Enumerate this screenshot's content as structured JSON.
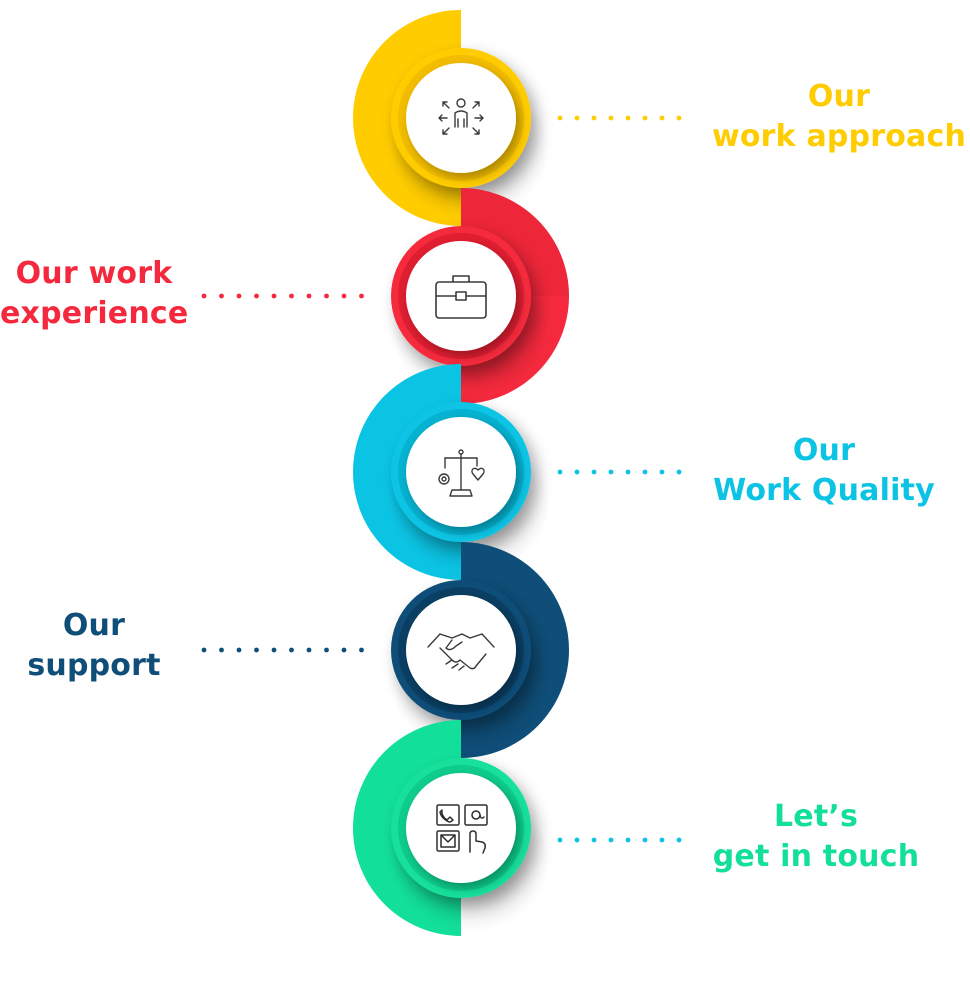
{
  "colors": {
    "yellow": "#FFCC00",
    "red": "#F5293D",
    "cyan": "#0BC4E4",
    "navy": "#0E4E78",
    "green": "#12E09A",
    "dots_cyan": "#0BC4E4"
  },
  "steps": [
    {
      "lines": [
        "Our",
        "work approach"
      ],
      "color": "#FFCC00",
      "dot_color": "#FFCC00",
      "icon": "person-arrows-icon"
    },
    {
      "lines": [
        "Our work",
        "experience"
      ],
      "color": "#F5293D",
      "dot_color": "#F5293D",
      "icon": "briefcase-icon"
    },
    {
      "lines": [
        "Our",
        "Work Quality"
      ],
      "color": "#0BC4E4",
      "dot_color": "#0BC4E4",
      "icon": "balance-scale-icon"
    },
    {
      "lines": [
        "Our",
        "support"
      ],
      "color": "#0E4E78",
      "dot_color": "#0E4E78",
      "icon": "handshake-icon"
    },
    {
      "lines": [
        "Let’s",
        "get in touch"
      ],
      "color": "#12E09A",
      "dot_color": "#0BC4E4",
      "icon": "contact-icon"
    }
  ]
}
